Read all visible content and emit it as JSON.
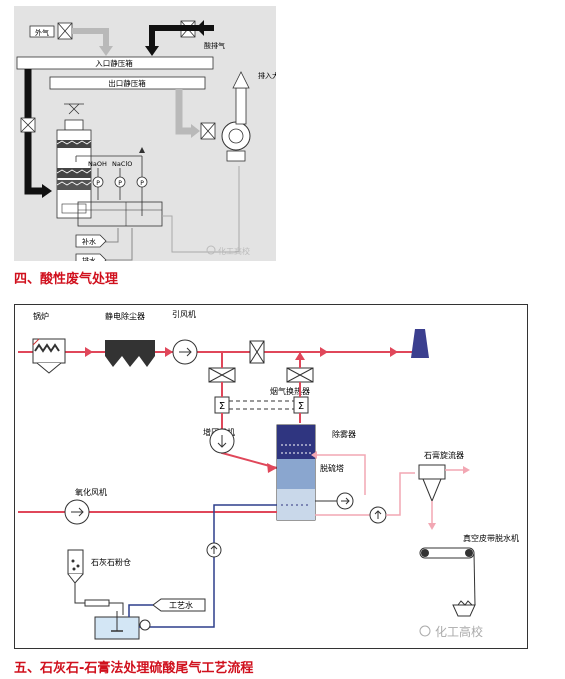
{
  "top": {
    "outside_air": "外气",
    "acid_exhaust": "酸排气",
    "inlet_plenum": "入口静压箱",
    "outlet_plenum": "出口静压箱",
    "vent_to_atm": "排入大气",
    "naoh": "NaOH",
    "naclo": "NaClO",
    "pump": "P",
    "makeup_water": "补水",
    "drain_water": "排水",
    "watermark": "化工高校"
  },
  "bottom": {
    "boiler": "锅炉",
    "esp": "静电除尘器",
    "id_fan": "引风机",
    "ggh": "烟气换热器",
    "booster_fan": "增压风机",
    "demister": "除雾器",
    "absorber": "脱硫塔",
    "gypsum_cyclone": "石膏旋流器",
    "oxidation_fan": "氧化风机",
    "limestone_silo": "石灰石粉仓",
    "process_water": "工艺水",
    "vacuum_belt": "真空皮带脱水机",
    "watermark": "化工高校"
  },
  "captions": {
    "top": "四、酸性废气处理",
    "bottom": "五、石灰石-石膏法处理硫酸尾气工艺流程"
  },
  "colors": {
    "flue_gas": "#e0475a",
    "treated_gas": "#f2a7b3",
    "water": "#2d3f8c",
    "caption": "#d0101d"
  }
}
